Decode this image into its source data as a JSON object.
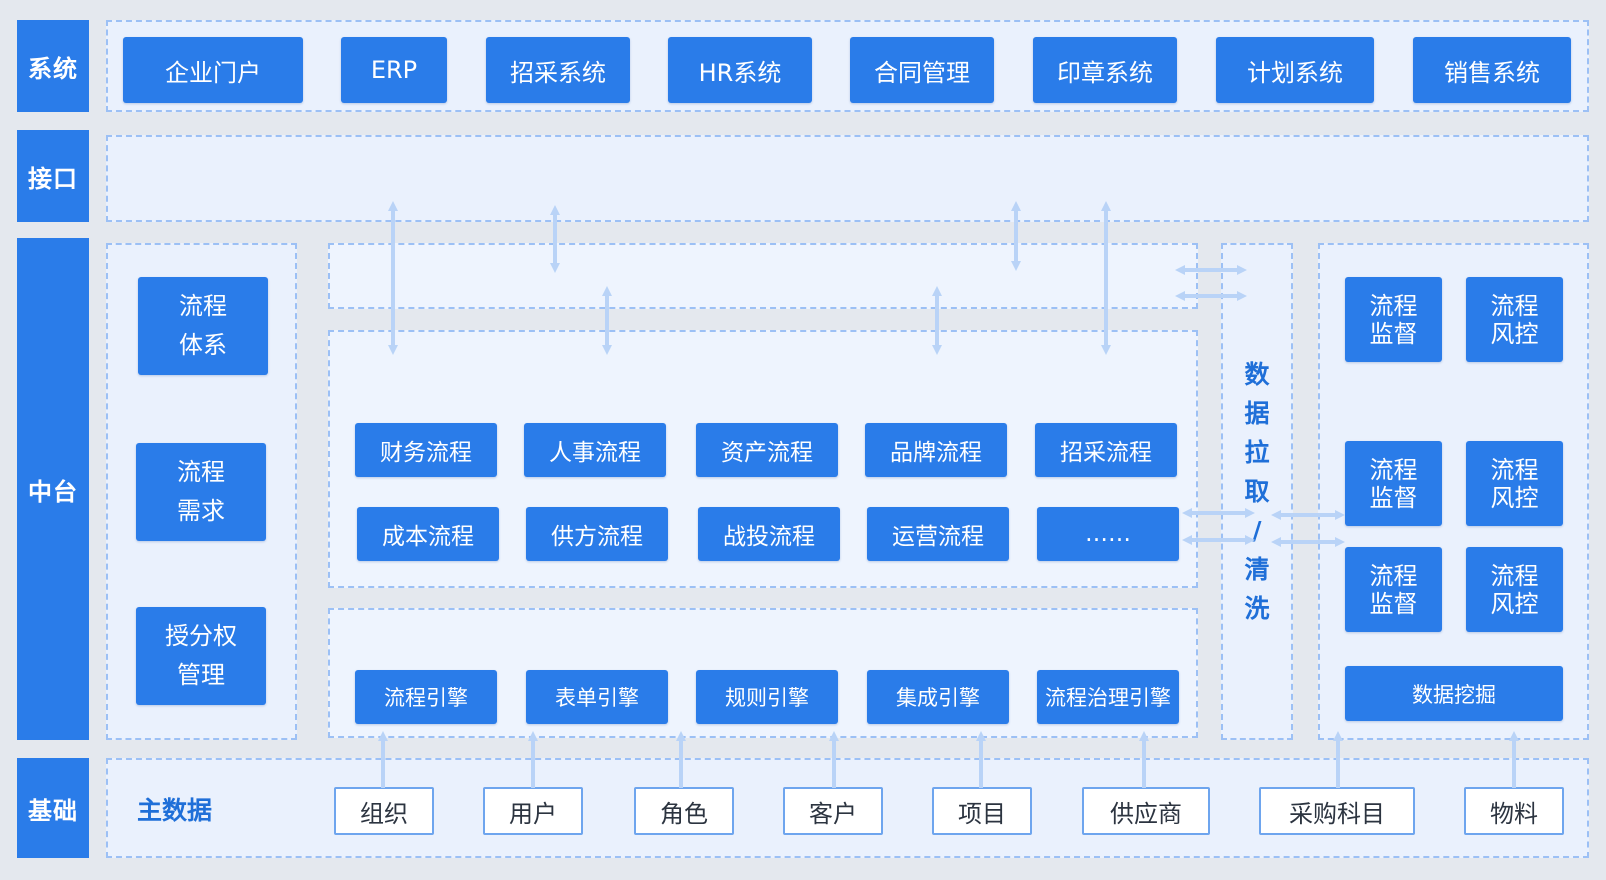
{
  "layers": {
    "system": "系统",
    "interface": "接口",
    "middle": "中台",
    "foundation": "基础"
  },
  "systems": [
    "企业门户",
    "ERP",
    "招采系统",
    "HR系统",
    "合同管理",
    "印章系统",
    "计划系统",
    "销售系统"
  ],
  "left_column": [
    {
      "line1": "流程",
      "line2": "体系"
    },
    {
      "line1": "流程",
      "line2": "需求"
    },
    {
      "line1": "授分权",
      "line2": "管理"
    }
  ],
  "processes": {
    "row1": [
      "财务流程",
      "人事流程",
      "资产流程",
      "品牌流程",
      "招采流程"
    ],
    "row2": [
      "成本流程",
      "供方流程",
      "战投流程",
      "运营流程",
      "……"
    ]
  },
  "engines": [
    "流程引擎",
    "表单引擎",
    "规则引擎",
    "集成引擎",
    "流程治理引擎"
  ],
  "data_column": [
    "数",
    "据",
    "拉",
    "取",
    "/",
    "清",
    "洗"
  ],
  "right_column": {
    "monitor": {
      "line1": "流程",
      "line2": "监督"
    },
    "risk": {
      "line1": "流程",
      "line2": "风控"
    },
    "mining": "数据挖掘"
  },
  "foundation": {
    "title": "主数据",
    "items": [
      "组织",
      "用户",
      "角色",
      "客户",
      "项目",
      "供应商",
      "采购科目",
      "物料"
    ]
  },
  "colors": {
    "primary": "#2a7ce9",
    "dashed_border": "#9cc0f5",
    "arrow": "#b9d3f7",
    "background": "#e4e8ee"
  }
}
